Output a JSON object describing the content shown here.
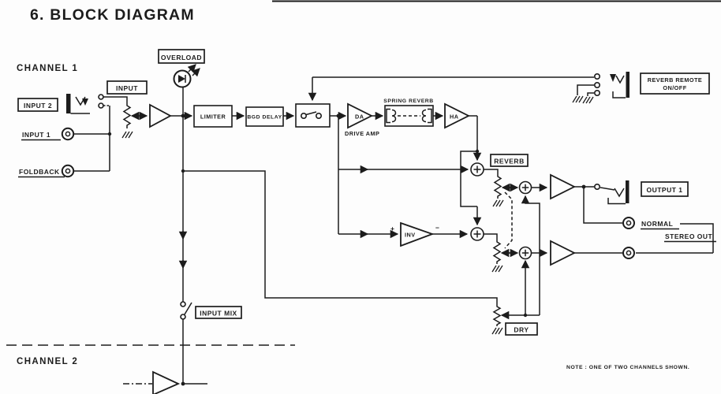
{
  "page": {
    "title": "6.  BLOCK DIAGRAM",
    "note": "NOTE : ONE OF TWO CHANNELS SHOWN.",
    "channel1_label": "CHANNEL 1",
    "channel2_label": "CHANNEL 2"
  },
  "colors": {
    "ink": "#1c1c1c",
    "paper": "#fdfdfd"
  },
  "inputs": {
    "input2_jack_label": "INPUT 2",
    "input_level_label": "INPUT",
    "input1_label": "INPUT 1",
    "foldback_label": "FOLDBACK"
  },
  "blocks": {
    "overload": "OVERLOAD",
    "limiter": "LIMITER",
    "bgd_delay": "BGD DELAY",
    "drive_amp_abbr": "DA",
    "drive_amp": "DRIVE AMP",
    "spring_reverb": "SPRING REVERB",
    "head_amp_abbr": "HA",
    "inverter_abbr": "INV",
    "plus_sign": "+",
    "minus_sign": "−"
  },
  "controls": {
    "reverb": "REVERB",
    "dry": "DRY",
    "input_mix": "INPUT MIX",
    "reverb_remote_line1": "REVERB REMOTE",
    "reverb_remote_line2": "ON/OFF"
  },
  "outputs": {
    "output1": "OUTPUT 1",
    "normal": "NORMAL",
    "stereo_out": "STEREO OUT"
  }
}
